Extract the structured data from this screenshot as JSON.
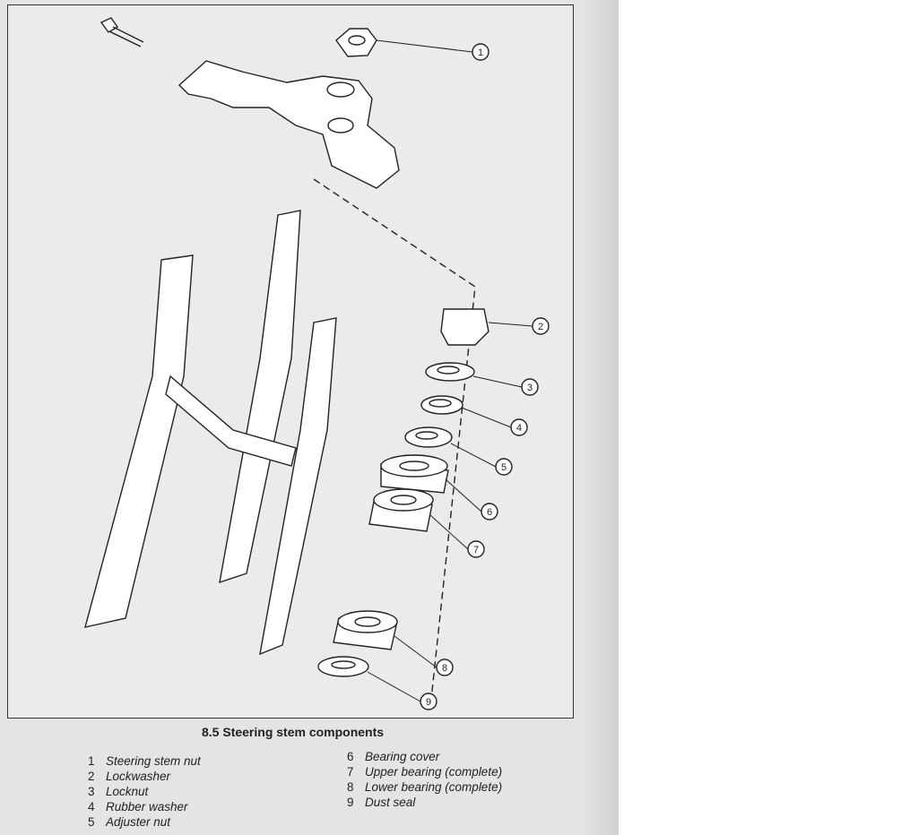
{
  "figure": {
    "caption": "8.5 Steering stem components",
    "callouts": [
      "1",
      "2",
      "3",
      "4",
      "5",
      "6",
      "7",
      "8",
      "9"
    ],
    "legend_left": [
      {
        "num": "1",
        "label": "Steering stem nut"
      },
      {
        "num": "2",
        "label": "Lockwasher"
      },
      {
        "num": "3",
        "label": "Locknut"
      },
      {
        "num": "4",
        "label": "Rubber washer"
      },
      {
        "num": "5",
        "label": "Adjuster nut"
      }
    ],
    "legend_right": [
      {
        "num": "6",
        "label": "Bearing cover"
      },
      {
        "num": "7",
        "label": "Upper bearing (complete)"
      },
      {
        "num": "8",
        "label": "Lower bearing (complete)"
      },
      {
        "num": "9",
        "label": "Dust seal"
      }
    ]
  }
}
